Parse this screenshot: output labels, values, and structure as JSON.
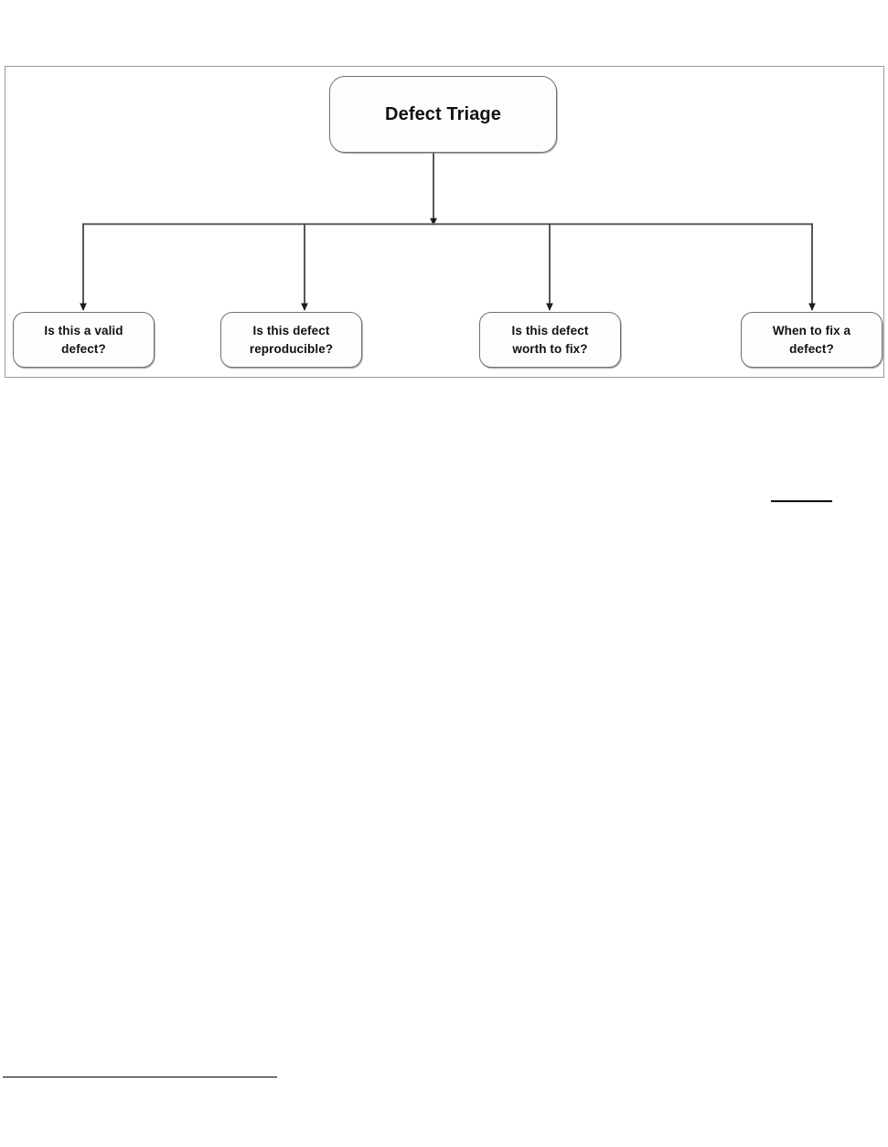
{
  "diagram": {
    "title": "Defect Triage",
    "root": {
      "label": "Defect Triage"
    },
    "leaves": [
      {
        "label": "Is this a valid defect?",
        "line1": "Is this a valid",
        "line2": "defect?"
      },
      {
        "label": "Is this defect reproducible?",
        "line1": "Is this defect",
        "line2": "reproducible?"
      },
      {
        "label": "Is this defect worth to fix?",
        "line1": "Is this defect",
        "line2": "worth to fix?"
      },
      {
        "label": "When to fix a defect?",
        "line1": "When to fix a",
        "line2": "defect?"
      }
    ],
    "connector_style": "orthogonal-bus-with-arrowheads",
    "colors": {
      "page_background": "#ffffff",
      "frame_border": "#9b9b9b",
      "node_border": "#6f6f6f",
      "node_fill": "#fdfdfd",
      "connector_line": "#3a3a3a",
      "text": "#111111",
      "rule": "#000000"
    }
  },
  "connectors": {
    "root_stem_label": "root-to-bus-arrow",
    "bus_label": "horizontal-distribution-bus",
    "drop_labels": [
      "bus-to-leaf-0-arrow",
      "bus-to-leaf-1-arrow",
      "bus-to-leaf-2-arrow",
      "bus-to-leaf-3-arrow"
    ]
  },
  "page_marks": {
    "short_rule_label": "short-horizontal-rule",
    "footnote_rule_label": "footnote-separator-rule"
  }
}
